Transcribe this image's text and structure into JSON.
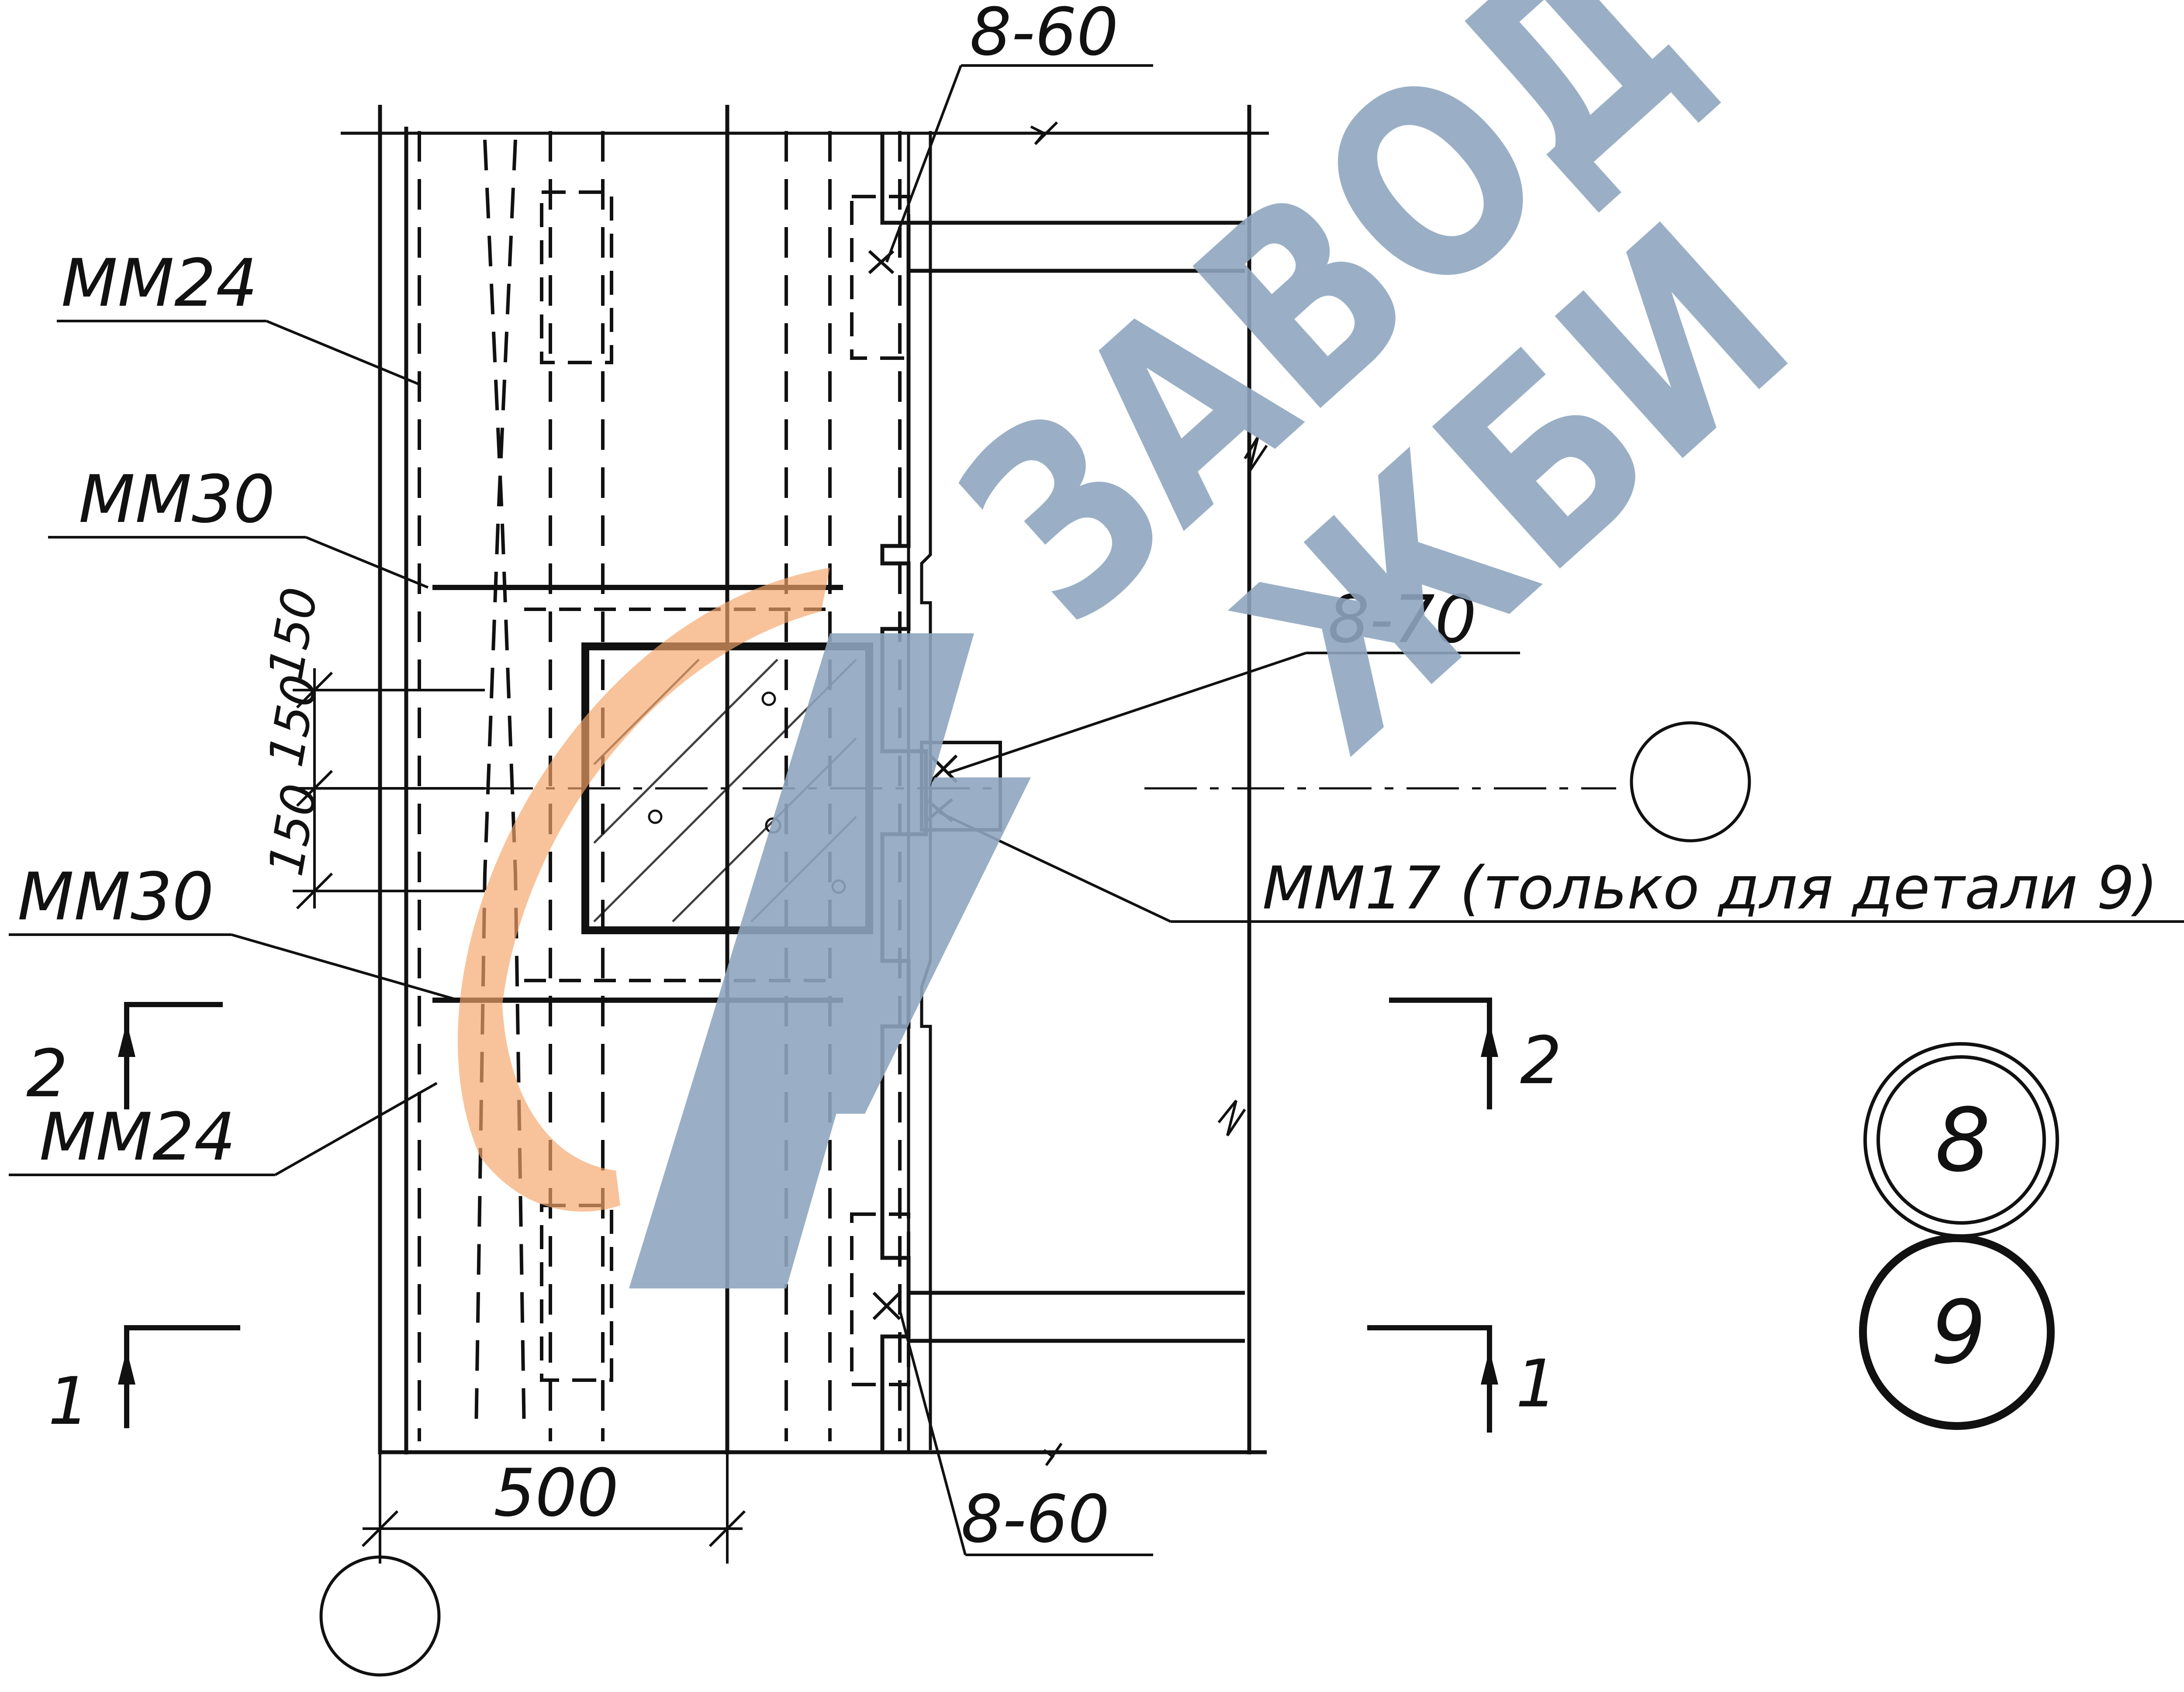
{
  "labels": {
    "mm24_top": "ММ24",
    "mm30_top": "ММ30",
    "mm30_bottom": "ММ30",
    "mm24_bottom": "ММ24",
    "weld_top": "8-60",
    "weld_mid": "8-70",
    "weld_bottom": "8-60",
    "mm17_note": "ММ17 (только для детали 9)",
    "dim_150_upper": "150",
    "dim_150_middle": "150",
    "dim_150_lower": "150",
    "dim_500": "500",
    "section_2_left": "2",
    "section_2_right": "2",
    "section_1_left": "1",
    "section_1_right": "1",
    "detail_8": "8",
    "detail_9": "9"
  },
  "watermark": {
    "text_line1": "ЗАВОД",
    "text_line2": "ЖБИ",
    "color": "#8fa6bf",
    "accent": "#f4a66b"
  }
}
